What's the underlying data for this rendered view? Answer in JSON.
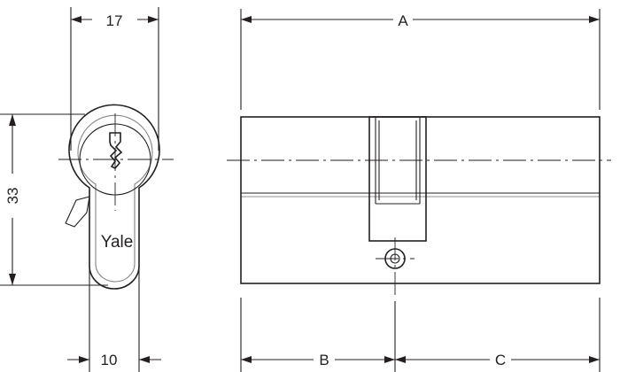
{
  "dimensions": {
    "top_width": "17",
    "height": "33",
    "cam_width": "10",
    "overall_length": "A",
    "left_length": "B",
    "right_length": "C"
  },
  "brand_text": "Yale",
  "colors": {
    "line": "#231f20",
    "background": "#ffffff"
  }
}
